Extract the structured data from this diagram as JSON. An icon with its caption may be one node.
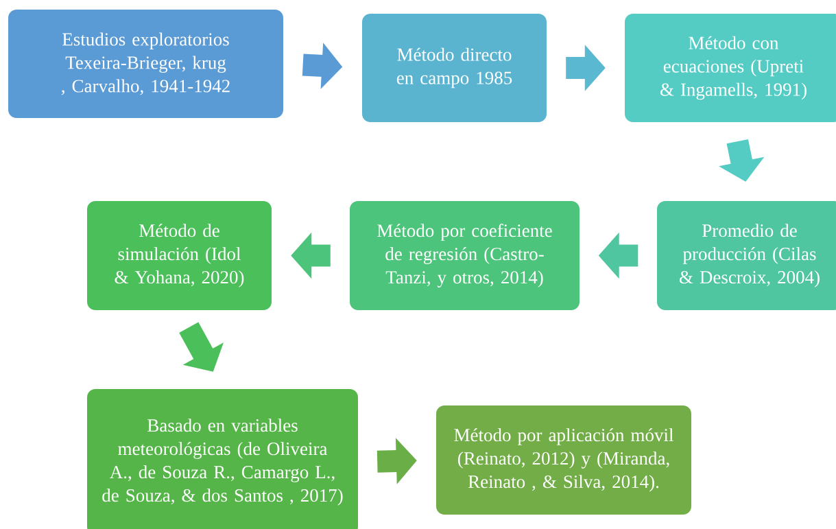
{
  "diagram": {
    "nodes": [
      {
        "text": [
          "Estudios exploratorios Texeira-Brieger, krug , Carvalho, 1941-1942"
        ]
      },
      {
        "text": [
          "Método directo en campo 1985"
        ]
      },
      {
        "text": [
          "Método con ecuaciones (Upreti & Ingamells, 1991)"
        ]
      },
      {
        "text": [
          "Promedio de producción (Cilas & Descroix, 2004)"
        ]
      },
      {
        "text": [
          "Método por coeficiente de regresión (Castro-Tanzi, y otros, 2014)"
        ]
      },
      {
        "text": [
          "Método de simulación (Idol & Yohana, 2020)"
        ]
      },
      {
        "text": [
          "Basado en variables meteorológicas (de Oliveira A., de Souza R., Camargo L., de Souza, & dos Santos , 2017)"
        ]
      },
      {
        "text": [
          "Método por aplicación móvil (Reinato, 2012) y (Miranda, Reinato , & Silva, 2014)."
        ]
      }
    ],
    "edges": [
      {
        "from": 0,
        "to": 1,
        "arrow": "to",
        "color": "#5b9bd5"
      },
      {
        "from": 1,
        "to": 2,
        "arrow": "to",
        "color": "#5ab8d0"
      },
      {
        "from": 2,
        "to": 3,
        "arrow": "to",
        "color": "#54ccc4"
      },
      {
        "from": 3,
        "to": 4,
        "arrow": "to",
        "color": "#4fc6a0"
      },
      {
        "from": 4,
        "to": 5,
        "arrow": "to",
        "color": "#4dc47b"
      },
      {
        "from": 5,
        "to": 6,
        "arrow": "to",
        "color": "#4bbf5a"
      },
      {
        "from": 6,
        "to": 7,
        "arrow": "to",
        "color": "#6aae47"
      }
    ]
  }
}
